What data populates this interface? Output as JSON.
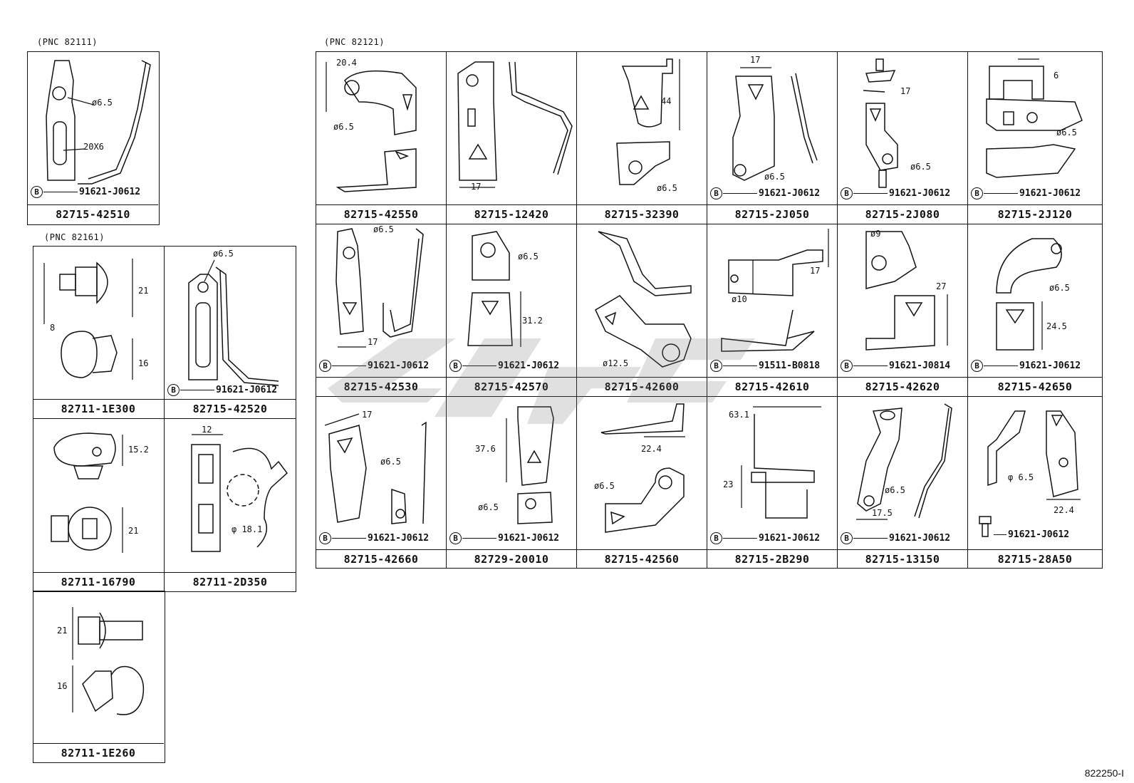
{
  "groups": {
    "g82111": {
      "label": "(PNC 82111)"
    },
    "g82161": {
      "label": "(PNC 82161)"
    },
    "g82121": {
      "label": "(PNC 82121)"
    }
  },
  "cells": {
    "c42510": {
      "pn": "82715-42510",
      "bolt": "91621-J0612",
      "dims": [
        "ø6.5",
        "20X6"
      ]
    },
    "c1E300": {
      "pn": "82711-1E300",
      "dims": [
        "21",
        "8",
        "16"
      ]
    },
    "c42520": {
      "pn": "82715-42520",
      "bolt": "91621-J0612",
      "dims": [
        "ø6.5"
      ]
    },
    "c16790": {
      "pn": "82711-16790",
      "dims": [
        "15.2",
        "21"
      ]
    },
    "c2D350": {
      "pn": "82711-2D350",
      "dims": [
        "12",
        "φ 18.1"
      ]
    },
    "c1E260": {
      "pn": "82711-1E260",
      "dims": [
        "21",
        "16"
      ]
    },
    "c42550": {
      "pn": "82715-42550",
      "dims": [
        "20.4",
        "ø6.5"
      ]
    },
    "c12420": {
      "pn": "82715-12420",
      "dims": [
        "17"
      ]
    },
    "c32390": {
      "pn": "82715-32390",
      "dims": [
        "44",
        "ø6.5"
      ]
    },
    "c2J050": {
      "pn": "82715-2J050",
      "bolt": "91621-J0612",
      "dims": [
        "17",
        "ø6.5"
      ]
    },
    "c2J080": {
      "pn": "82715-2J080",
      "bolt": "91621-J0612",
      "dims": [
        "17",
        "ø6.5"
      ]
    },
    "c2J120": {
      "pn": "82715-2J120",
      "bolt": "91621-J0612",
      "dims": [
        "6",
        "ø6.5"
      ]
    },
    "c42530": {
      "pn": "82715-42530",
      "bolt": "91621-J0612",
      "dims": [
        "ø6.5",
        "17"
      ]
    },
    "c42570": {
      "pn": "82715-42570",
      "bolt": "91621-J0612",
      "dims": [
        "ø6.5",
        "31.2"
      ]
    },
    "c42600": {
      "pn": "82715-42600",
      "dims": [
        "ø12.5"
      ]
    },
    "c42610": {
      "pn": "82715-42610",
      "bolt": "91511-B0818",
      "dims": [
        "ø10",
        "17"
      ]
    },
    "c42620": {
      "pn": "82715-42620",
      "bolt": "91621-J0814",
      "dims": [
        "ø9",
        "27"
      ]
    },
    "c42650": {
      "pn": "82715-42650",
      "bolt": "91621-J0612",
      "dims": [
        "ø6.5",
        "24.5"
      ]
    },
    "c42660": {
      "pn": "82715-42660",
      "bolt": "91621-J0612",
      "dims": [
        "17",
        "ø6.5"
      ]
    },
    "c20010": {
      "pn": "82729-20010",
      "bolt": "91621-J0612",
      "dims": [
        "37.6",
        "ø6.5"
      ]
    },
    "c42560": {
      "pn": "82715-42560",
      "dims": [
        "22.4",
        "ø6.5"
      ]
    },
    "c2B290": {
      "pn": "82715-2B290",
      "bolt": "91621-J0612",
      "dims": [
        "63.1",
        "23"
      ]
    },
    "c13150": {
      "pn": "82715-13150",
      "bolt": "91621-J0612",
      "dims": [
        "ø6.5",
        "17.5"
      ]
    },
    "c28A50": {
      "pn": "82715-28A50",
      "bolt": "91621-J0612",
      "dims": [
        "φ 6.5",
        "22.4"
      ]
    }
  },
  "bolt_marker": "B",
  "footer": "822250-I"
}
